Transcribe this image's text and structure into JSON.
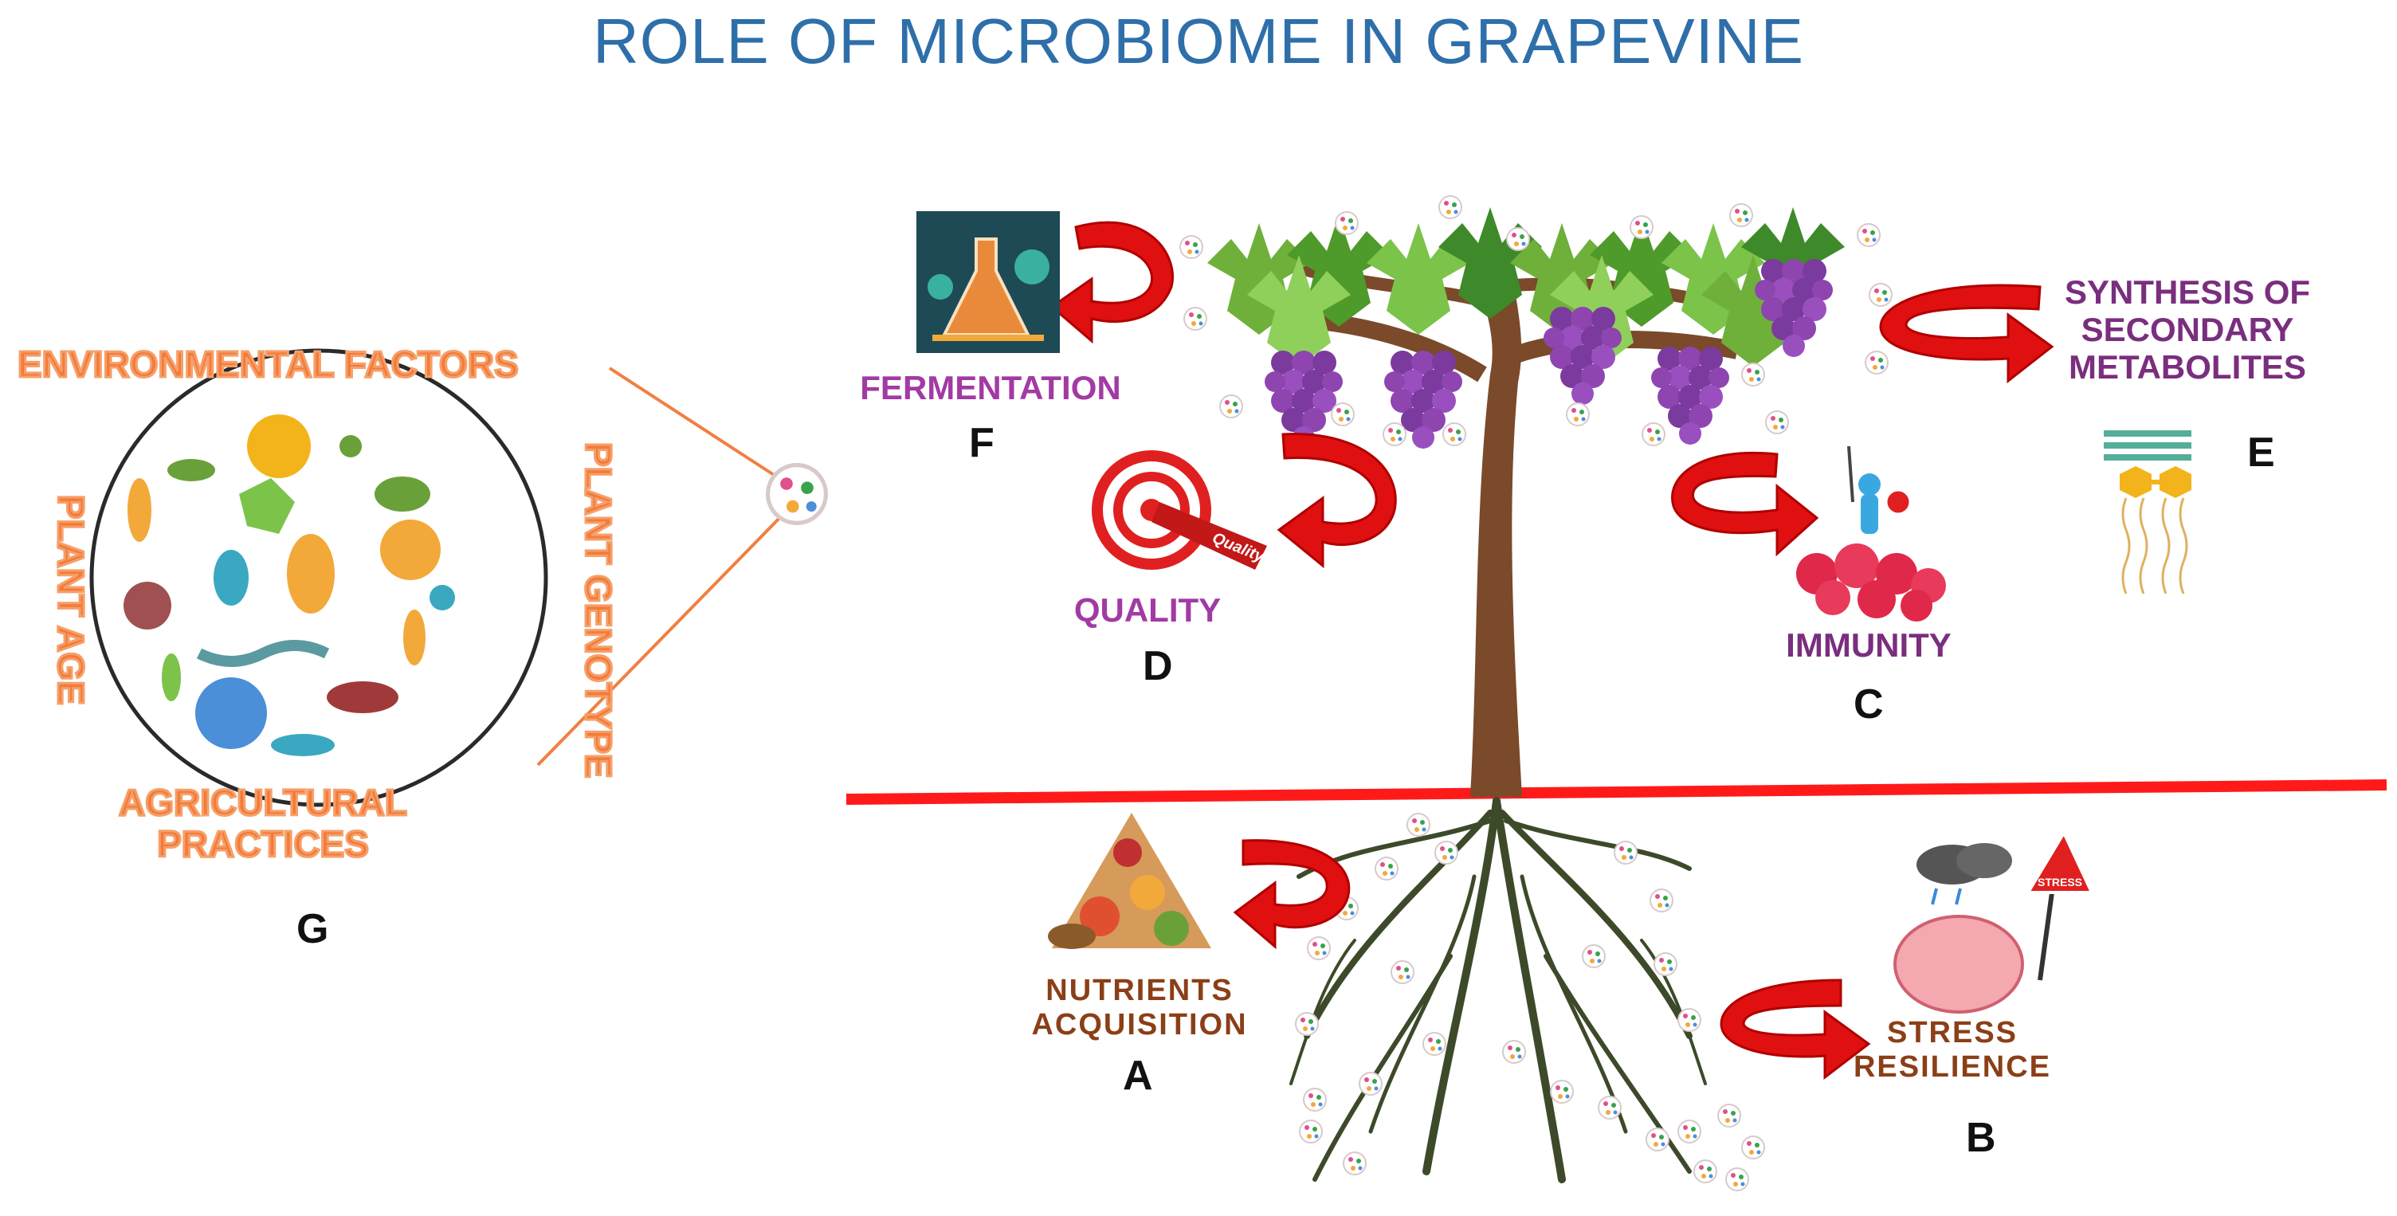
{
  "title": "ROLE OF MICROBIOME IN GRAPEVINE",
  "labels": {
    "fermentation": "FERMENTATION",
    "synthesis": [
      "SYNTHESIS OF",
      "SECONDARY",
      "METABOLITES"
    ],
    "quality": "QUALITY",
    "quality_tag": "Quality",
    "immunity": "IMMUNITY",
    "nutrients": [
      "NUTRIENTS",
      "ACQUISITION"
    ],
    "stress": [
      "STRESS",
      "RESILIENCE"
    ],
    "stress_sign": "STRESS"
  },
  "letters": {
    "a": "A",
    "b": "B",
    "c": "C",
    "d": "D",
    "e": "E",
    "f": "F",
    "g": "G"
  },
  "factors": {
    "environmental": "ENVIRONMENTAL FACTORS",
    "genotype": "PLANT GENOTYPE",
    "age": "PLANT AGE",
    "agricultural": [
      "AGRICULTURAL",
      "PRACTICES"
    ]
  },
  "colors": {
    "title": "#2e6faa",
    "label_purple": "#a23aa4",
    "label_brown": "#8b3f17",
    "factor_orange": "#f47b3a",
    "soil_line": "#ff1a1a",
    "arrow": "#e01010"
  }
}
